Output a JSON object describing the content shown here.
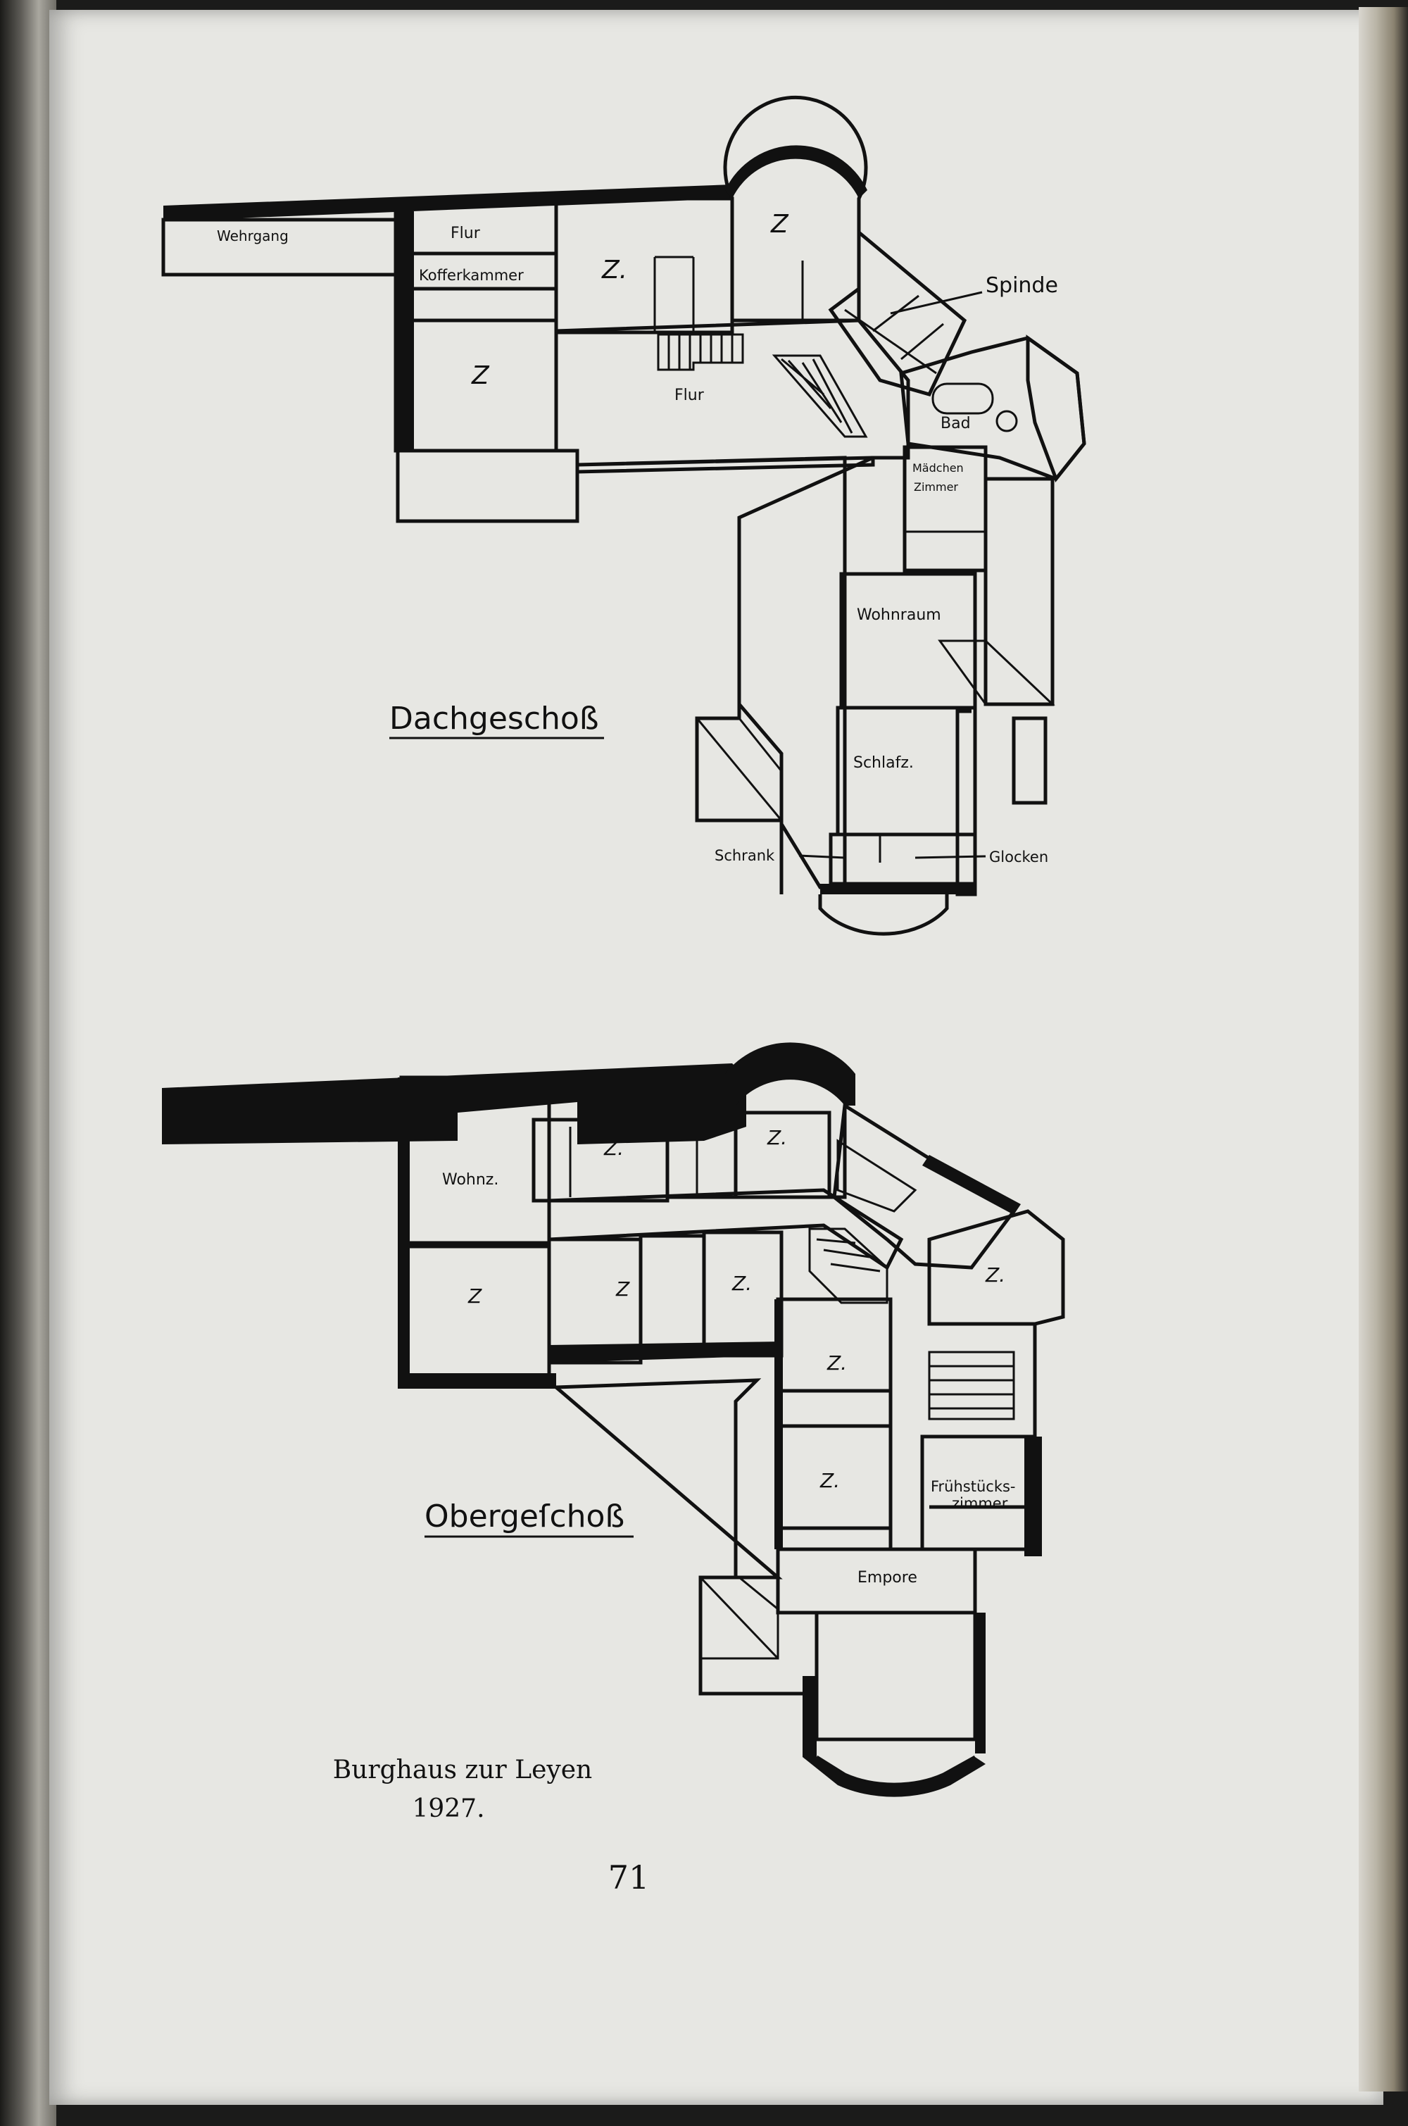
{
  "dachgeschoss": {
    "title": "Dachgeschoß",
    "rooms": {
      "wehrgang": "Wehrgang",
      "flur_top": "Flur",
      "kofferkammer": "Kofferkammer",
      "z_upper": "Z.",
      "z_tower": "Z",
      "z_left": "Z",
      "flur": "Flur",
      "spinde": "Spinde",
      "bad": "Bad",
      "maedchen_1": "Mädchen",
      "maedchen_2": "Zimmer",
      "wohnraum": "Wohnraum",
      "schlafz": "Schlafz.",
      "schrank": "Schrank",
      "glocken": "Glocken"
    }
  },
  "obergeschoss": {
    "title": "Obergeſchoß",
    "rooms": {
      "wohnz": "Wohnz.",
      "z1": "Z.",
      "z2": "Z.",
      "z3": "Z",
      "z4": "Z",
      "z5": "Z.",
      "z6": "Z.",
      "z7": "Z.",
      "z8": "Z.",
      "fruehstueck_1": "Frühstücks-",
      "fruehstueck_2": "zimmer",
      "empore": "Empore"
    }
  },
  "caption": {
    "line1": "Burghaus zur Leyen",
    "line2": "1927."
  },
  "page_number": "71"
}
